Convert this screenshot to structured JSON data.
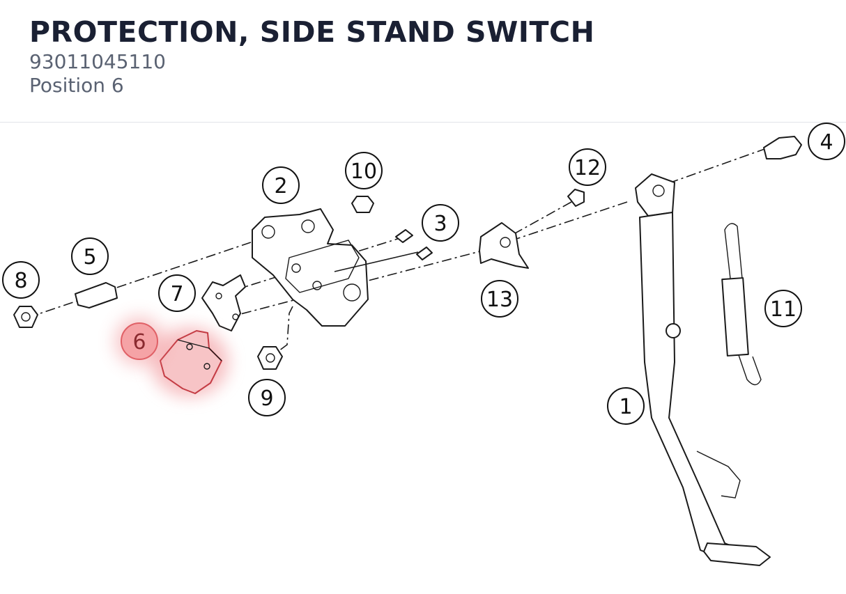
{
  "header": {
    "title": "PROTECTION, SIDE STAND SWITCH",
    "part_number": "93011045110",
    "position": "Position 6"
  },
  "diagram": {
    "highlighted_callout": "6",
    "highlight_color": "#f08a8f",
    "callouts": {
      "c1": "1",
      "c2": "2",
      "c3": "3",
      "c4": "4",
      "c5": "5",
      "c6": "6",
      "c7": "7",
      "c8": "8",
      "c9": "9",
      "c10": "10",
      "c11": "11",
      "c12": "12",
      "c13": "13"
    }
  }
}
